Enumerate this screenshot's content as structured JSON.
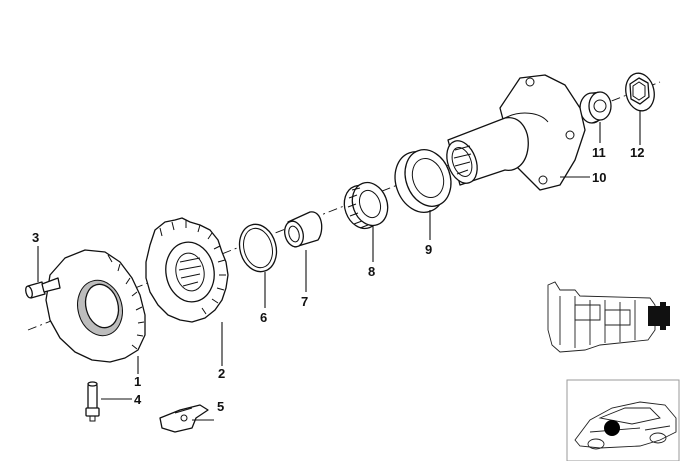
{
  "diagram": {
    "callouts": [
      {
        "id": "1",
        "label": "1"
      },
      {
        "id": "2",
        "label": "2"
      },
      {
        "id": "3",
        "label": "3"
      },
      {
        "id": "4",
        "label": "4"
      },
      {
        "id": "5",
        "label": "5"
      },
      {
        "id": "6",
        "label": "6"
      },
      {
        "id": "7",
        "label": "7"
      },
      {
        "id": "8",
        "label": "8"
      },
      {
        "id": "9",
        "label": "9"
      },
      {
        "id": "10",
        "label": "10"
      },
      {
        "id": "11",
        "label": "11"
      },
      {
        "id": "12",
        "label": "12"
      }
    ],
    "thumbnails": [
      {
        "name": "transmission-locator-thumbnail"
      },
      {
        "name": "car-locator-thumbnail"
      }
    ]
  }
}
